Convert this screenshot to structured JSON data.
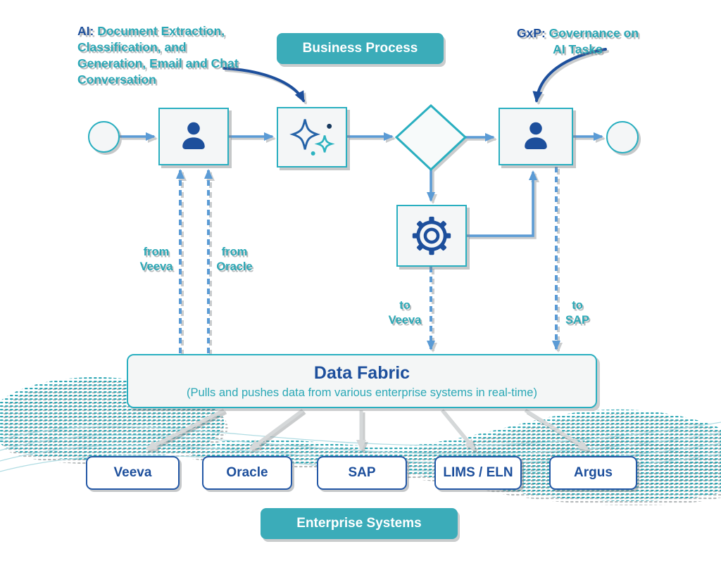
{
  "annotations": {
    "ai": {
      "prefix": "AI:",
      "text": " Document Extraction, Classification, and Generation, Email and Chat Conversation"
    },
    "gxp": {
      "prefix": "GxP:",
      "text": " Governance on AI Tasks"
    }
  },
  "banners": {
    "business_process": "Business Process",
    "enterprise_systems": "Enterprise Systems"
  },
  "flow_labels": {
    "from_veeva": "from Veeva",
    "from_oracle": "from Oracle",
    "to_veeva": "to Veeva",
    "to_sap": "to SAP"
  },
  "data_fabric": {
    "title": "Data Fabric",
    "subtitle": "(Pulls and pushes data from various enterprise systems in real-time)"
  },
  "systems": [
    "Veeva",
    "Oracle",
    "SAP",
    "LIMS / ELN",
    "Argus"
  ],
  "icons": {
    "actor_left": "person-icon",
    "ai_step": "ai-sparkles-icon",
    "decision": "decision-diamond",
    "automation_step": "gear-icon",
    "actor_right": "person-icon",
    "start": "start-event-circle",
    "end": "end-event-circle"
  },
  "colors": {
    "teal_banner": "#3BACB9",
    "teal_border": "#29AFC0",
    "teal_text": "#2BA8B6",
    "dark_blue": "#1D4F9C",
    "arrow_blue": "#5B9BD5",
    "fan_arrow_gray": "#D5D8D9",
    "shadow_gray": "#80858A",
    "wave_teal": "#2EA7B4"
  }
}
